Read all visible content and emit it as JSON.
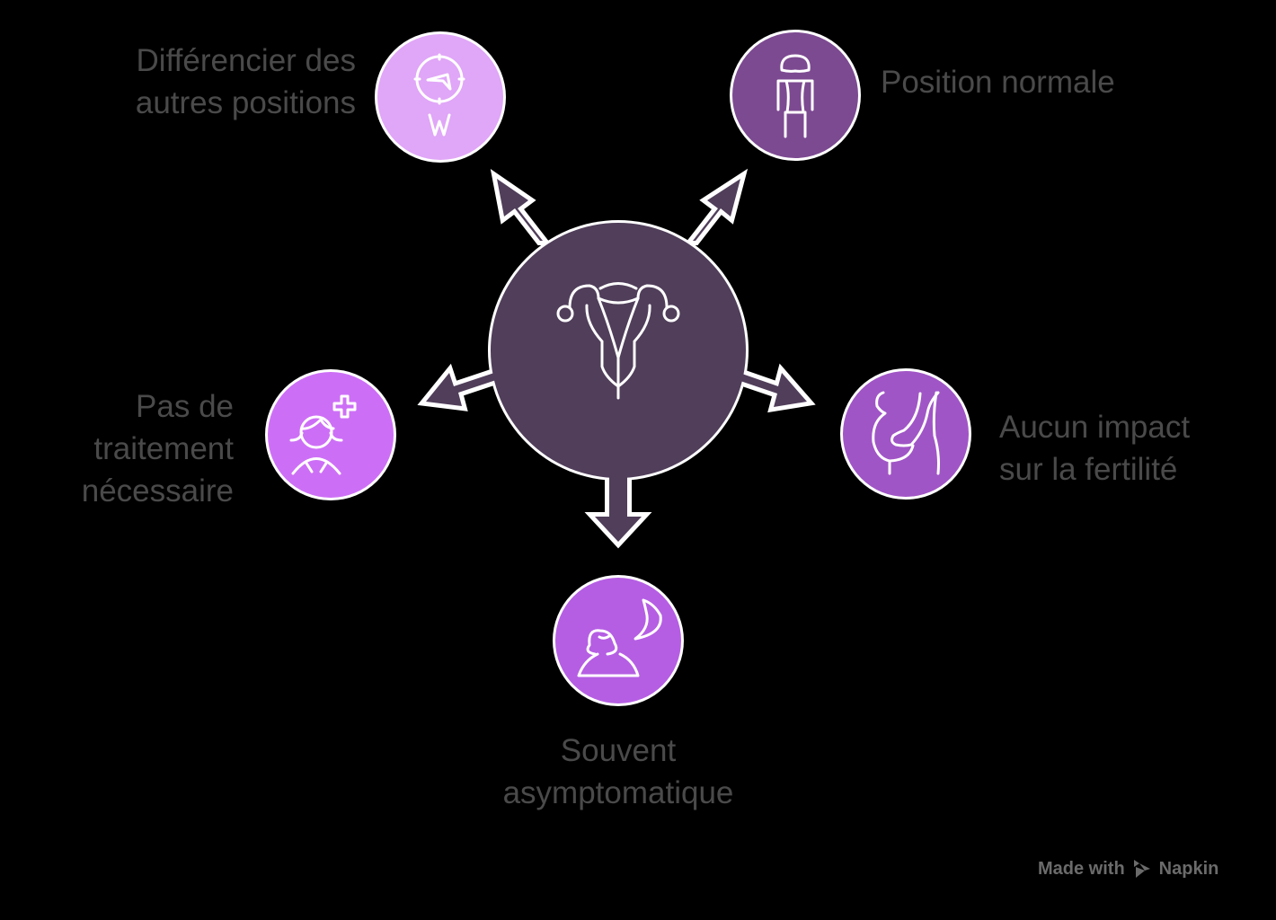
{
  "colors": {
    "background": "#000000",
    "hub": "#503e5a",
    "outline": "#ffffff",
    "text": "#4a4a4a",
    "watermark": "#6b6b6b"
  },
  "hub": {
    "icon": "uterus-icon"
  },
  "nodes": [
    {
      "id": "differencier",
      "lines": [
        "Différencier des",
        "autres positions"
      ],
      "icon": "compass-west-icon",
      "color": "#e0a6f7"
    },
    {
      "id": "position-normale",
      "lines": [
        "Position normale"
      ],
      "icon": "standing-woman-icon",
      "color": "#7c4a91"
    },
    {
      "id": "pas-de-traitement",
      "lines": [
        "Pas de",
        "traitement",
        "nécessaire"
      ],
      "icon": "person-medical-cross-icon",
      "color": "#cd6ff6"
    },
    {
      "id": "aucun-impact",
      "lines": [
        "Aucun impact",
        "sur la fertilité"
      ],
      "icon": "pregnant-belly-icon",
      "color": "#a055c6"
    },
    {
      "id": "souvent-asymptomatique",
      "lines": [
        "Souvent",
        "asymptomatique"
      ],
      "icon": "person-moon-icon",
      "color": "#b55ee3"
    }
  ],
  "watermark": {
    "prefix": "Made with",
    "brand": "Napkin",
    "icon": "napkin-logo-icon"
  }
}
